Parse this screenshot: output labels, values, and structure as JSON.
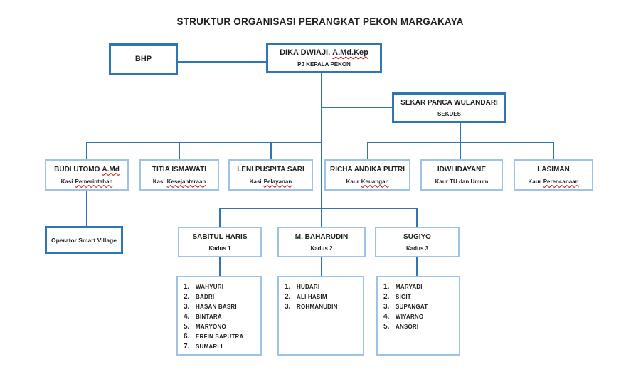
{
  "title": "STRUKTUR ORGANISASI PERANGKAT PEKON MARGAKAYA",
  "colors": {
    "connector_line": "#2E75B6",
    "strong_box_border": "#2E75B6",
    "light_box_border": "#9DC3E6",
    "spellcheck_underline": "#C00000",
    "text": "#1F1F1F",
    "background": "#FFFFFF"
  },
  "bhp": {
    "label": "BHP"
  },
  "head": {
    "name_plain": "DIKA DWIAJI,",
    "name_marked": "A.Md.Kep",
    "role": "PJ KEPALA PEKON"
  },
  "sekdes": {
    "name": "SEKAR PANCA WULANDARI",
    "role": "SEKDES"
  },
  "operator": {
    "label": "Operator Smart Village"
  },
  "officers": [
    {
      "name_plain": "BUDI UTOMO",
      "name_marked": "A.Md",
      "role_plain": "Kasi",
      "role_marked": "Pemerintahan"
    },
    {
      "name_plain": "TITIA ISMAWATI",
      "name_marked": "",
      "role_plain": "Kasi",
      "role_marked": "Kesejahteraan"
    },
    {
      "name_plain": "LENI PUSPITA SARI",
      "name_marked": "",
      "role_plain": "Kasi",
      "role_marked": "Pelayanan"
    },
    {
      "name_plain": "RICHA ANDIKA PUTRI",
      "name_marked": "",
      "role_plain": "Kaur",
      "role_marked": "Keuangan"
    },
    {
      "name_plain": "IDWI IDAYANE",
      "name_marked": "",
      "role_plain": "Kaur TU dan Umum",
      "role_marked": ""
    },
    {
      "name_plain": "LASIMAN",
      "name_marked": "",
      "role_plain": "Kaur",
      "role_marked": "Perencanaan"
    }
  ],
  "kadus": [
    {
      "name": "SABITUL HARIS",
      "role": "Kadus 1",
      "members": [
        {
          "n": "1.",
          "name": "WAHYURI"
        },
        {
          "n": "2.",
          "name": "BADRI"
        },
        {
          "n": "3.",
          "name": "HASAN BASRI"
        },
        {
          "n": "4.",
          "name": "BINTARA"
        },
        {
          "n": "5.",
          "name": "MARYONO"
        },
        {
          "n": "6.",
          "name": "ERFIN SAPUTRA"
        },
        {
          "n": "7.",
          "name": "SUMARLI"
        }
      ]
    },
    {
      "name": "M. BAHARUDIN",
      "role": "Kadus 2",
      "members": [
        {
          "n": "1.",
          "name": "HUDARI"
        },
        {
          "n": "2.",
          "name": "ALI HASIM"
        },
        {
          "n": "3.",
          "name": "ROHMANUDIN"
        }
      ]
    },
    {
      "name": "SUGIYO",
      "role": "Kadus 3",
      "members": [
        {
          "n": "1.",
          "name": "MARYADI"
        },
        {
          "n": "2.",
          "name": "SIGIT"
        },
        {
          "n": "3.",
          "name": "SUPANGAT"
        },
        {
          "n": "4.",
          "name": "WIYARNO"
        },
        {
          "n": "5.",
          "name": "ANSORI"
        }
      ]
    }
  ]
}
